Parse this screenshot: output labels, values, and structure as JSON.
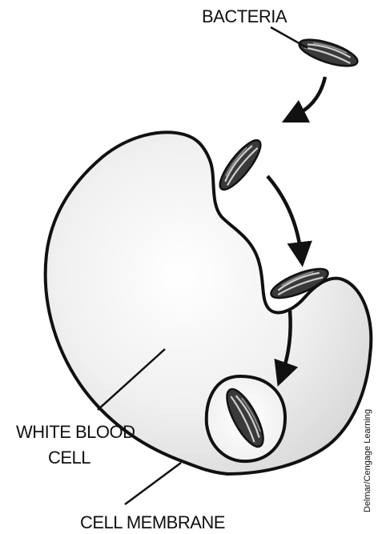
{
  "labels": {
    "bacteria": "BACTERIA",
    "wbc_line1": "WHITE BLOOD",
    "wbc_line2": "CELL",
    "membrane": "CELL MEMBRANE"
  },
  "credit": "Delmar/Cengage Learning",
  "colors": {
    "outline": "#111111",
    "cell_fill_center": "#ffffff",
    "cell_fill_edge": "#d9d9d9",
    "bacteria_fill": "#3a3a3a",
    "bacteria_streak": "#cfcfcf"
  }
}
